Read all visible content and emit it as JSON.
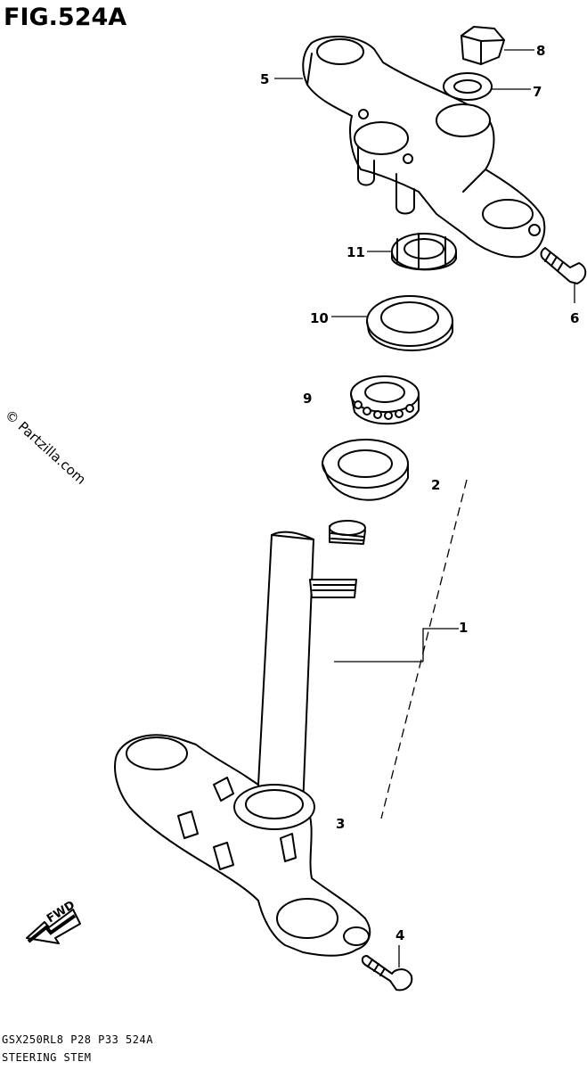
{
  "figure": {
    "title": "FIG.524A"
  },
  "callouts": [
    "1",
    "2",
    "3",
    "4",
    "5",
    "6",
    "7",
    "8",
    "9",
    "10",
    "11"
  ],
  "watermark": "© Partzilla.com",
  "direction_label": "FWD",
  "footer": {
    "code": "GSX250RL8  P28  P33  524A",
    "caption": "STEERING STEM"
  }
}
